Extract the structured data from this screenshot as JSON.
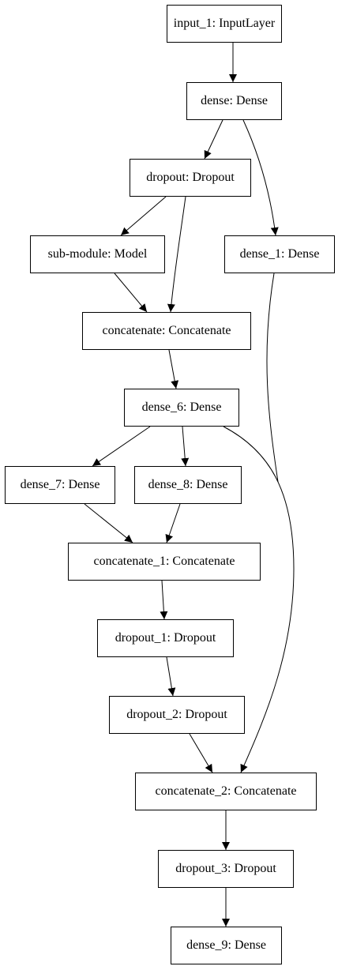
{
  "diagram": {
    "nodes": [
      {
        "id": "input_1",
        "label": "input_1: InputLayer"
      },
      {
        "id": "dense",
        "label": "dense: Dense"
      },
      {
        "id": "dropout",
        "label": "dropout: Dropout"
      },
      {
        "id": "sub-module",
        "label": "sub-module: Model"
      },
      {
        "id": "dense_1",
        "label": "dense_1: Dense"
      },
      {
        "id": "concatenate",
        "label": "concatenate: Concatenate"
      },
      {
        "id": "dense_6",
        "label": "dense_6: Dense"
      },
      {
        "id": "dense_7",
        "label": "dense_7: Dense"
      },
      {
        "id": "dense_8",
        "label": "dense_8: Dense"
      },
      {
        "id": "concatenate_1",
        "label": "concatenate_1: Concatenate"
      },
      {
        "id": "dropout_1",
        "label": "dropout_1: Dropout"
      },
      {
        "id": "dropout_2",
        "label": "dropout_2: Dropout"
      },
      {
        "id": "concatenate_2",
        "label": "concatenate_2: Concatenate"
      },
      {
        "id": "dropout_3",
        "label": "dropout_3: Dropout"
      },
      {
        "id": "dense_9",
        "label": "dense_9: Dense"
      }
    ],
    "edges": [
      {
        "from": "input_1",
        "to": "dense"
      },
      {
        "from": "dense",
        "to": "dropout"
      },
      {
        "from": "dense",
        "to": "dense_1"
      },
      {
        "from": "dropout",
        "to": "sub-module"
      },
      {
        "from": "dropout",
        "to": "concatenate"
      },
      {
        "from": "sub-module",
        "to": "concatenate"
      },
      {
        "from": "dense_1",
        "to": "concatenate_2"
      },
      {
        "from": "concatenate",
        "to": "dense_6"
      },
      {
        "from": "dense_6",
        "to": "dense_7"
      },
      {
        "from": "dense_6",
        "to": "dense_8"
      },
      {
        "from": "dense_6",
        "to": "concatenate_2"
      },
      {
        "from": "dense_7",
        "to": "concatenate_1"
      },
      {
        "from": "dense_8",
        "to": "concatenate_1"
      },
      {
        "from": "concatenate_1",
        "to": "dropout_1"
      },
      {
        "from": "dropout_1",
        "to": "dropout_2"
      },
      {
        "from": "dropout_2",
        "to": "concatenate_2"
      },
      {
        "from": "concatenate_2",
        "to": "dropout_3"
      },
      {
        "from": "dropout_3",
        "to": "dense_9"
      }
    ],
    "colors": {
      "stroke": "#000000",
      "fill": "#ffffff",
      "text": "#000000"
    }
  }
}
